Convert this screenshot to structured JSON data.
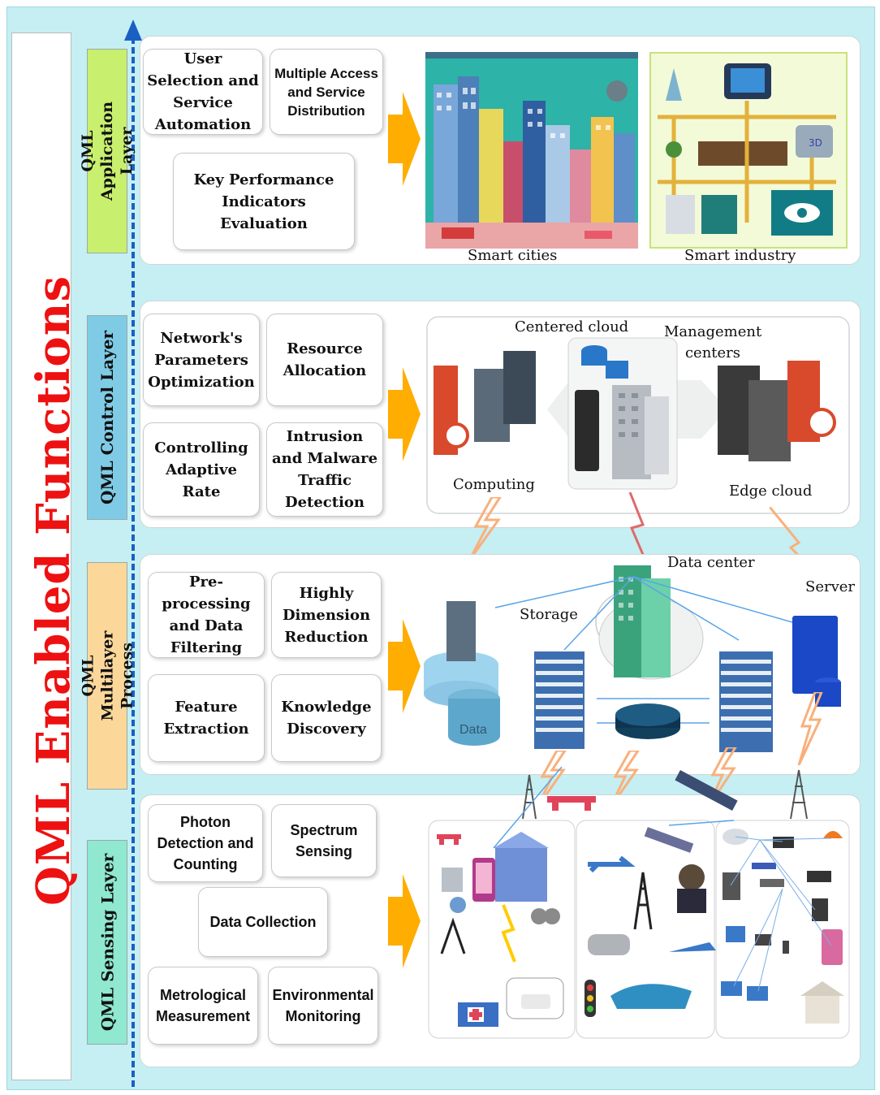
{
  "title": "QML Enabled Functions",
  "colors": {
    "title": "#ee1111",
    "axis": "#1a5fc4",
    "arrow": "#ffad00",
    "background": "#c5eff3"
  },
  "layers": {
    "application": {
      "label": "QML Application Layer",
      "label_color": "#c8ef6d",
      "functions": [
        "User Selection and Service Automation",
        "Multiple Access and Service Distribution",
        "Key Performance Indicators Evaluation"
      ],
      "captions": [
        "Smart cities",
        "Smart industry"
      ]
    },
    "control": {
      "label": "QML Control Layer",
      "label_color": "#7fcbe6",
      "functions": [
        "Network's Parameters Optimization",
        "Resource Allocation",
        "Controlling Adaptive Rate",
        "Intrusion and Malware Traffic Detection"
      ],
      "captions": [
        "Centered cloud",
        "Management centers",
        "Computing",
        "Edge cloud"
      ]
    },
    "multilayer": {
      "label": "QML Multilayer Process",
      "label_color": "#fbd89a",
      "functions": [
        "Pre-processing and Data Filtering",
        "Highly Dimension Reduction",
        "Feature Extraction",
        "Knowledge Discovery"
      ],
      "captions": [
        "Data center",
        "Server",
        "Storage",
        "Data"
      ]
    },
    "sensing": {
      "label": "QML Sensing Layer",
      "label_color": "#8fe8cf",
      "functions": [
        "Photon Detection and Counting",
        "Spectrum Sensing",
        "Data Collection",
        "Metrological Measurement",
        "Environmental Monitoring"
      ]
    }
  }
}
